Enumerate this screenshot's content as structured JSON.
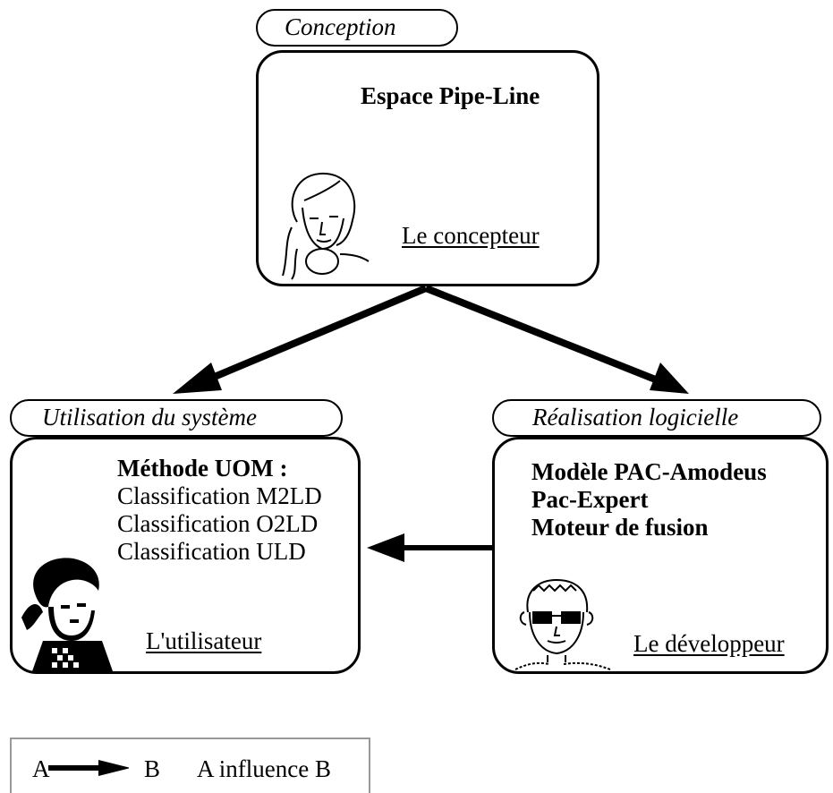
{
  "conception": {
    "tab": "Conception",
    "title": "Espace Pipe-Line",
    "role": "Le concepteur"
  },
  "utilisation": {
    "tab": "Utilisation du système",
    "title": "Méthode UOM :",
    "items": [
      "Classification M2LD",
      "Classification O2LD",
      "Classification ULD"
    ],
    "role": "L'utilisateur"
  },
  "realisation": {
    "tab": "Réalisation logicielle",
    "items": [
      "Modèle PAC-Amodeus",
      "Pac-Expert",
      "Moteur de fusion"
    ],
    "role": "Le développeur"
  },
  "legend": {
    "a": "A",
    "b": "B",
    "text": "A influence B"
  }
}
